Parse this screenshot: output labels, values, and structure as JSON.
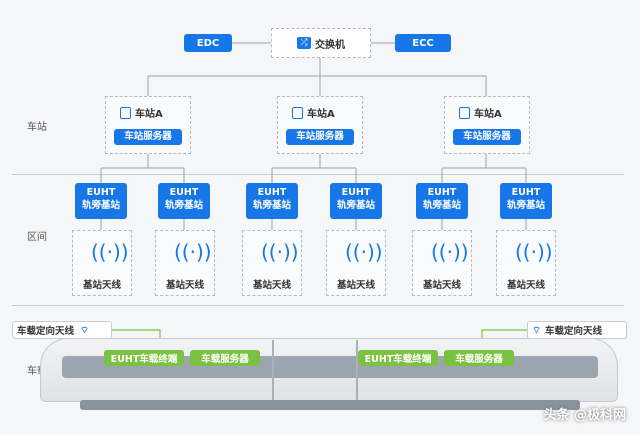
{
  "zones": {
    "station": "车站",
    "section": "区间",
    "vehicle": "车载"
  },
  "top": {
    "edc": "EDC",
    "switch": "交换机",
    "ecc": "ECC"
  },
  "stations": [
    {
      "name": "车站A",
      "server": "车站服务器"
    },
    {
      "name": "车站A",
      "server": "车站服务器"
    },
    {
      "name": "车站A",
      "server": "车站服务器"
    }
  ],
  "base_station": {
    "line1": "EUHT",
    "line2": "轨旁基站"
  },
  "antenna_label": "基站天线",
  "vehicle": {
    "directional_antenna": "车载定向天线",
    "terminal": "EUHT车载终端",
    "server": "车载服务器"
  },
  "watermark": "头条 @极科网",
  "colors": {
    "blue": "#1877e8",
    "green": "#7cc242",
    "line": "#c9cdd3"
  }
}
